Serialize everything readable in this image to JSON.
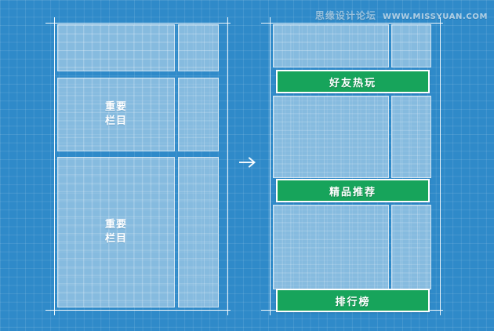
{
  "watermark": {
    "site_name": "思缘设计论坛",
    "url": "WWW.MISSYUAN.COM"
  },
  "colors": {
    "background_blue": "#2f8ac9",
    "block_fill": "rgba(255,255,255,0.42)",
    "guide_white": "#ffffff",
    "accent_green": "#17a45b"
  },
  "left_panel": {
    "name": "before-wireframe",
    "blocks": [
      {
        "id": "main-top",
        "label": ""
      },
      {
        "id": "side-top",
        "label": ""
      },
      {
        "id": "main-middle",
        "label": "重要\n栏目"
      },
      {
        "id": "side-middle",
        "label": ""
      },
      {
        "id": "main-bottom",
        "label": "重要\n栏目"
      },
      {
        "id": "side-bottom",
        "label": ""
      }
    ]
  },
  "transition": {
    "arrow_icon": "arrow-right-icon"
  },
  "right_panel": {
    "name": "after-wireframe",
    "blocks": [
      {
        "id": "main-top",
        "label": ""
      },
      {
        "id": "side-top",
        "label": ""
      },
      {
        "id": "main-middle",
        "label": ""
      },
      {
        "id": "side-middle",
        "label": ""
      },
      {
        "id": "main-bottom",
        "label": ""
      },
      {
        "id": "side-bottom",
        "label": ""
      }
    ],
    "highlight_bars": [
      {
        "id": "bar-1",
        "label": "好友热玩"
      },
      {
        "id": "bar-2",
        "label": "精品推荐"
      },
      {
        "id": "bar-3",
        "label": "排行榜"
      }
    ]
  }
}
